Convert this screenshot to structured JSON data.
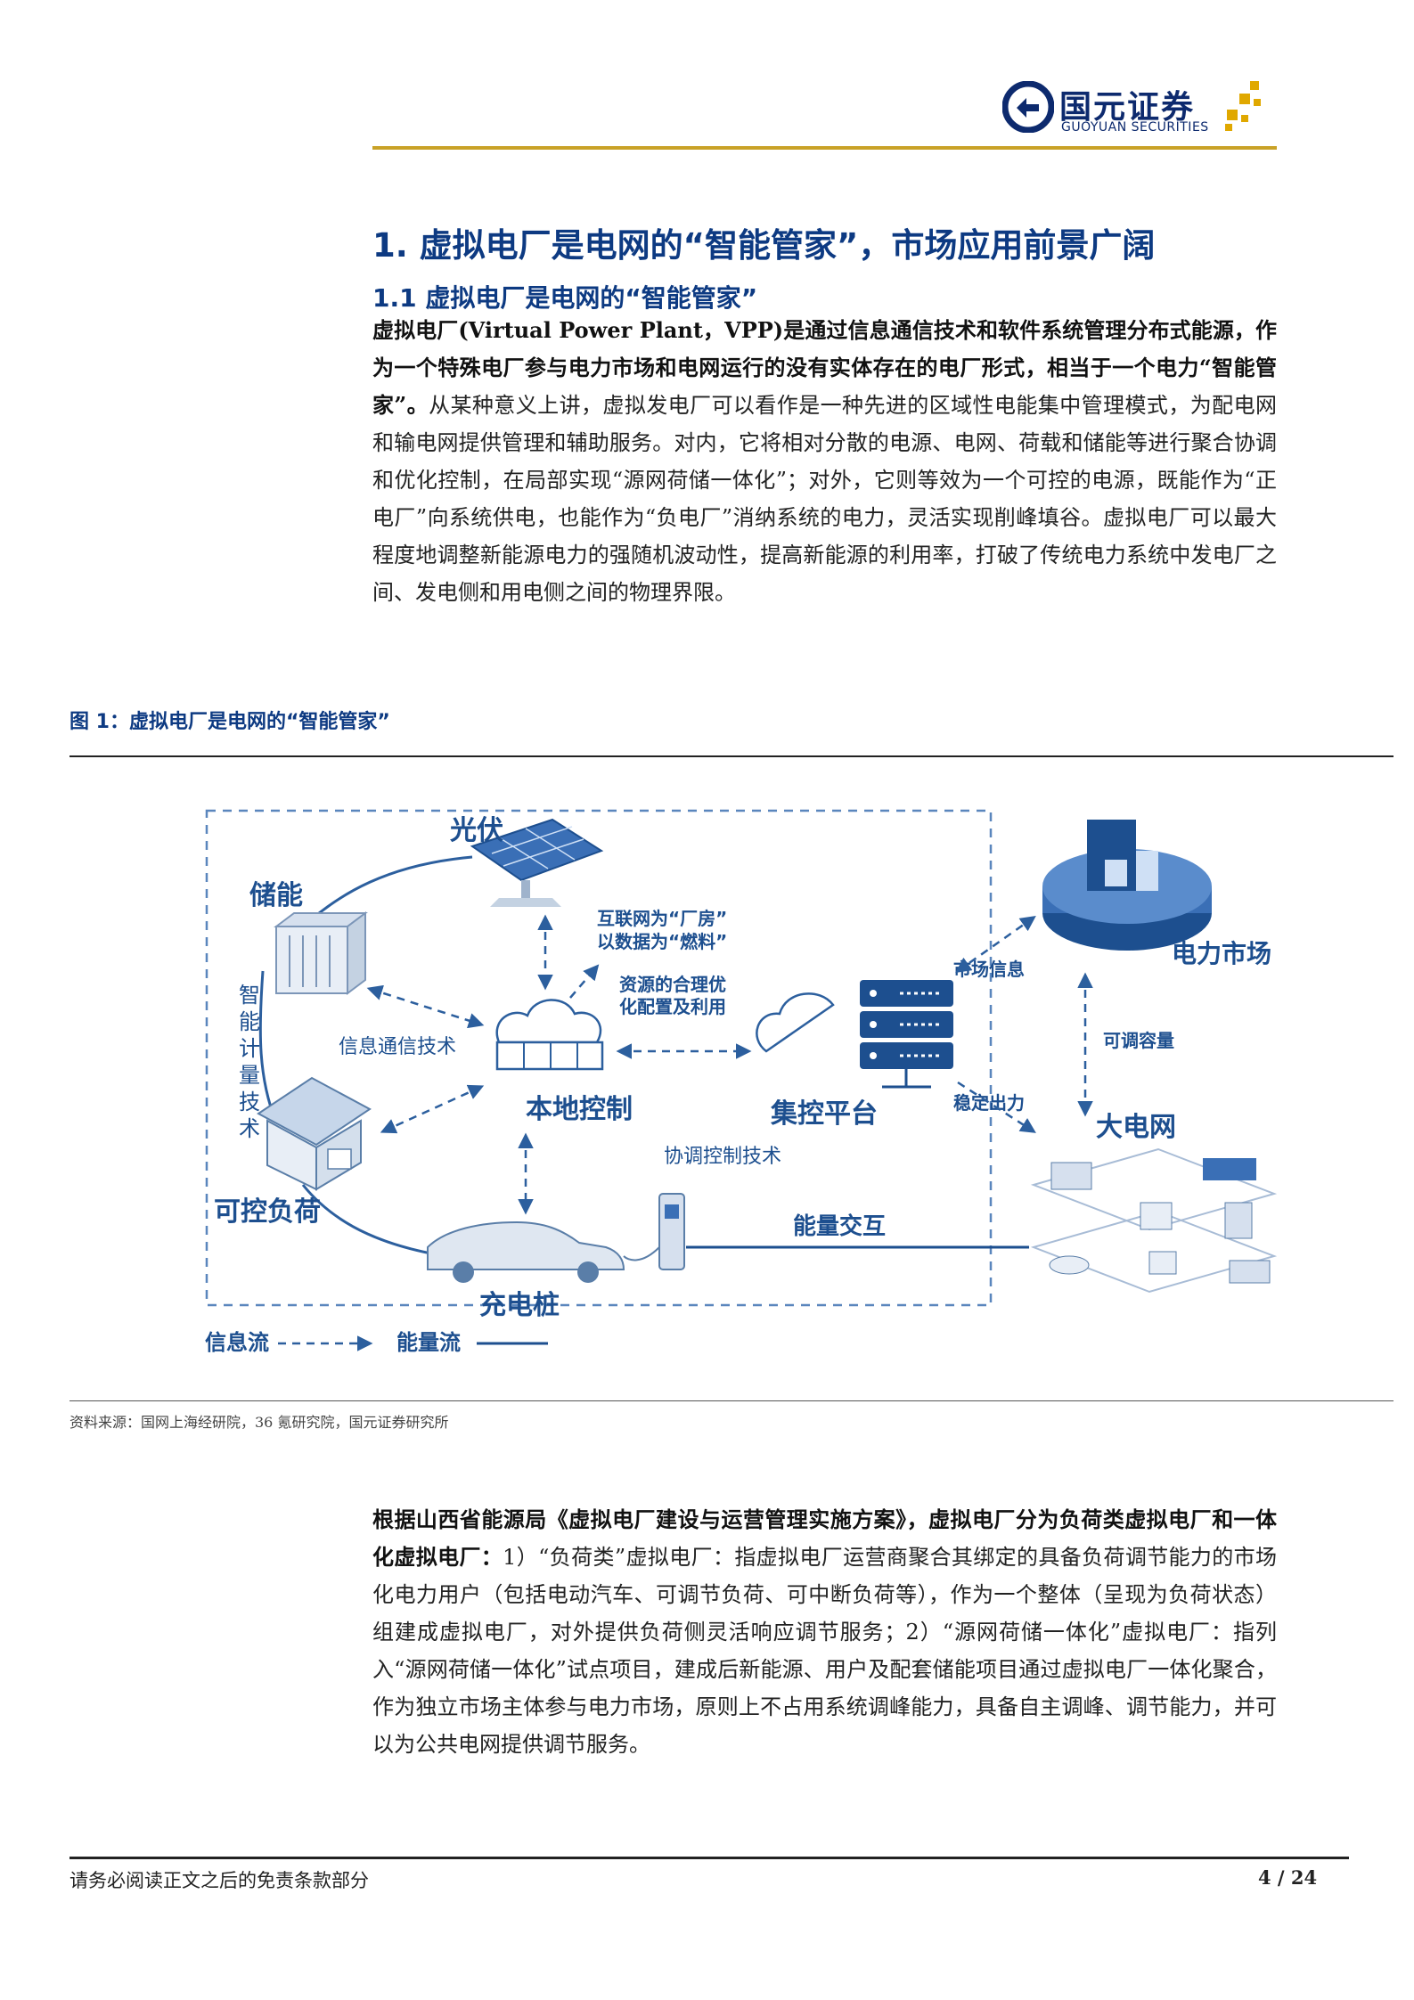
{
  "header": {
    "logo_cn": "国元证券",
    "logo_en": "GUOYUAN SECURITIES"
  },
  "section": {
    "h1": "1. 虚拟电厂是电网的“智能管家”，市场应用前景广阔",
    "h2": "1.1 虚拟电厂是电网的“智能管家”"
  },
  "para1": {
    "bold": "虚拟电厂(Virtual Power Plant，VPP)是通过信息通信技术和软件系统管理分布式能源，作为一个特殊电厂参与电力市场和电网运行的没有实体存在的电厂形式，相当于一个电力“智能管家”。",
    "normal": "从某种意义上讲，虚拟发电厂可以看作是一种先进的区域性电能集中管理模式，为配电网和输电网提供管理和辅助服务。对内，它将相对分散的电源、电网、荷载和储能等进行聚合协调和优化控制，在局部实现“源网荷储一体化”；对外，它则等效为一个可控的电源，既能作为“正电厂”向系统供电，也能作为“负电厂”消纳系统的电力，灵活实现削峰填谷。虚拟电厂可以最大程度地调整新能源电力的强随机波动性，提高新能源的利用率，打破了传统电力系统中发电厂之间、发电侧和用电侧之间的物理界限。"
  },
  "figure": {
    "title": "图 1：虚拟电厂是电网的“智能管家”",
    "source": "资料来源：国网上海经研院，36 氪研究院，国元证券研究所",
    "labels": {
      "pv": "光伏",
      "storage": "储能",
      "smart_meter": "智能计量技术",
      "info_tech": "信息通信技术",
      "internet_factory_1": "互联网为“厂房”",
      "internet_factory_2": "以数据为“燃料”",
      "resource_1": "资源的合理优",
      "resource_2": "化配置及利用",
      "local_control": "本地控制",
      "central_platform": "集控平台",
      "coordination": "协调控制技术",
      "controllable_load": "可控负荷",
      "charging_pile": "充电桩",
      "energy_exchange": "能量交互",
      "market_info": "市场信息",
      "power_market": "电力市场",
      "adjustable_capacity": "可调容量",
      "stable_output": "稳定出力",
      "grid": "大电网",
      "legend_info": "信息流",
      "legend_energy": "能量流"
    }
  },
  "para2": {
    "bold": "根据山西省能源局《虚拟电厂建设与运营管理实施方案》，虚拟电厂分为负荷类虚拟电厂和一体化虚拟电厂：",
    "normal": "1）“负荷类”虚拟电厂：指虚拟电厂运营商聚合其绑定的具备负荷调节能力的市场化电力用户（包括电动汽车、可调节负荷、可中断负荷等），作为一个整体（呈现为负荷状态）组建成虚拟电厂，对外提供负荷侧灵活响应调节服务；2）“源网荷储一体化”虚拟电厂：指列入“源网荷储一体化”试点项目，建成后新能源、用户及配套储能项目通过虚拟电厂一体化聚合，作为独立市场主体参与电力市场，原则上不占用系统调峰能力，具备自主调峰、调节能力，并可以为公共电网提供调节服务。"
  },
  "footer": {
    "disclaimer": "请务必阅读正文之后的免责条款部分",
    "page": "4 / 24"
  },
  "colors": {
    "brand_blue": "#0d3a82",
    "gold": "#c9a227",
    "diagram_blue": "#2c5f9e"
  }
}
